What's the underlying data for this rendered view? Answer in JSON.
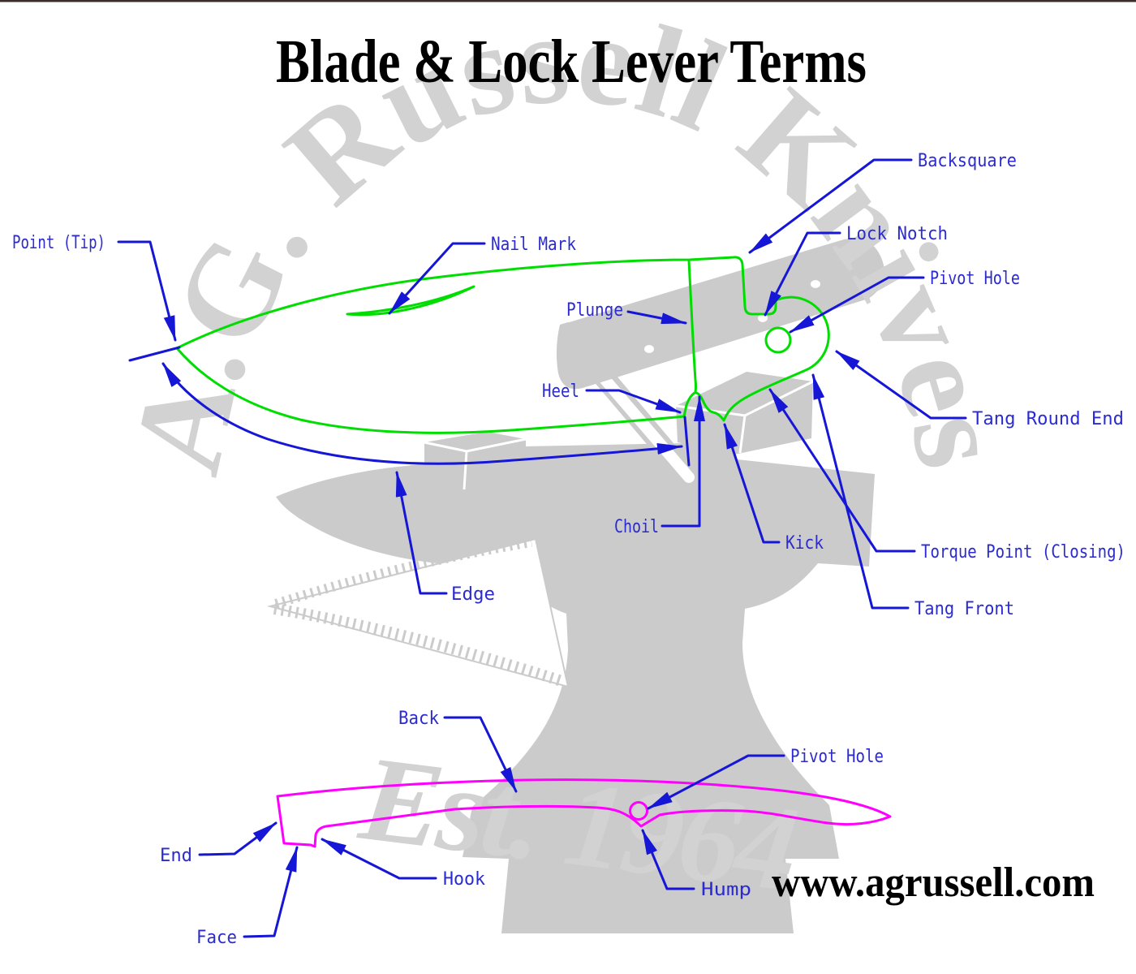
{
  "title": "Blade & Lock Lever Terms",
  "website": "www.agrussell.com",
  "watermark": {
    "brand_arc_text": "A.G. Russell Knives",
    "established_text": "Est. 1964"
  },
  "colors": {
    "blade_outline": "#00dd00",
    "lever_outline": "#ff00ff",
    "callout_line": "#1616d6",
    "callout_text": "#2b2bd0",
    "watermark_gray": "#cbcbcb",
    "title_color": "#000000"
  },
  "blade_diagram": {
    "labels": {
      "point_tip": "Point (Tip)",
      "nail_mark": "Nail Mark",
      "plunge": "Plunge",
      "heel": "Heel",
      "choil": "Choil",
      "edge": "Edge",
      "kick": "Kick",
      "backsquare": "Backsquare",
      "lock_notch": "Lock Notch",
      "pivot_hole": "Pivot Hole",
      "tang_round_end": "Tang Round End",
      "torque_point": "Torque Point (Closing)",
      "tang_front": "Tang Front"
    }
  },
  "lever_diagram": {
    "labels": {
      "back": "Back",
      "pivot_hole": "Pivot Hole",
      "end": "End",
      "hook": "Hook",
      "face": "Face",
      "hump": "Hump"
    }
  }
}
